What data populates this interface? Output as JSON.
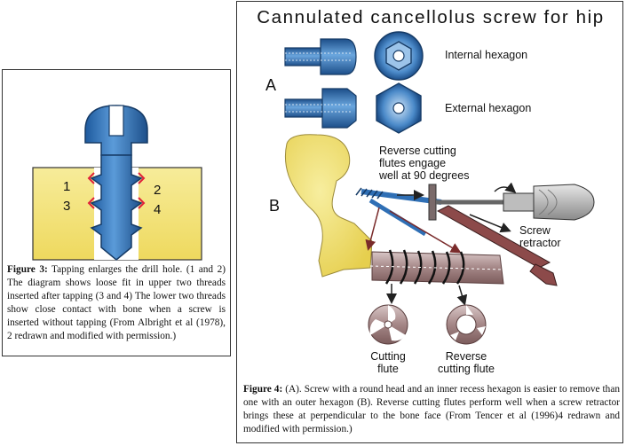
{
  "fig3": {
    "thread_labels": {
      "n1": "1",
      "n2": "2",
      "n3": "3",
      "n4": "4"
    },
    "caption": {
      "label": "Figure 3:",
      "text": " Tapping enlarges the drill hole. (1 and 2) The diagram shows loose fit in upper two threads inserted after tapping (3 and 4) The lower two threads show close contact with bone when a screw is inserted without tapping (From Albright et al (1978), 2 redrawn and modified with permission.)"
    }
  },
  "fig4": {
    "title": "Cannulated cancellolus screw for hip",
    "section_a": "A",
    "section_b": "B",
    "internal_hexagon": "Internal hexagon",
    "external_hexagon": "External hexagon",
    "reverse_note_line1": "Reverse cutting",
    "reverse_note_line2": "flutes engage",
    "reverse_note_line3": "well at 90 degrees",
    "screw_label": "Screw",
    "retractor_label": "retractor",
    "cutting_flute_line1": "Cutting",
    "cutting_flute_line2": "flute",
    "reverse_flute_line1": "Reverse",
    "reverse_flute_line2": "cutting flute",
    "caption": {
      "label": "Figure 4:",
      "text": " (A). Screw with a round head and an inner recess hexagon is easier to remove than one with an outer hexagon (B). Reverse cutting flutes perform well when a screw retractor brings these at perpendicular to the bone face (From Tencer et al (1996)4 redrawn and modified with permission.)"
    }
  },
  "colors": {
    "screw_blue": "#2f6fb5",
    "bone_yellow": "#f2e27a",
    "retractor_red": "#8c4a4a",
    "highlight_red": "#e0203a"
  }
}
